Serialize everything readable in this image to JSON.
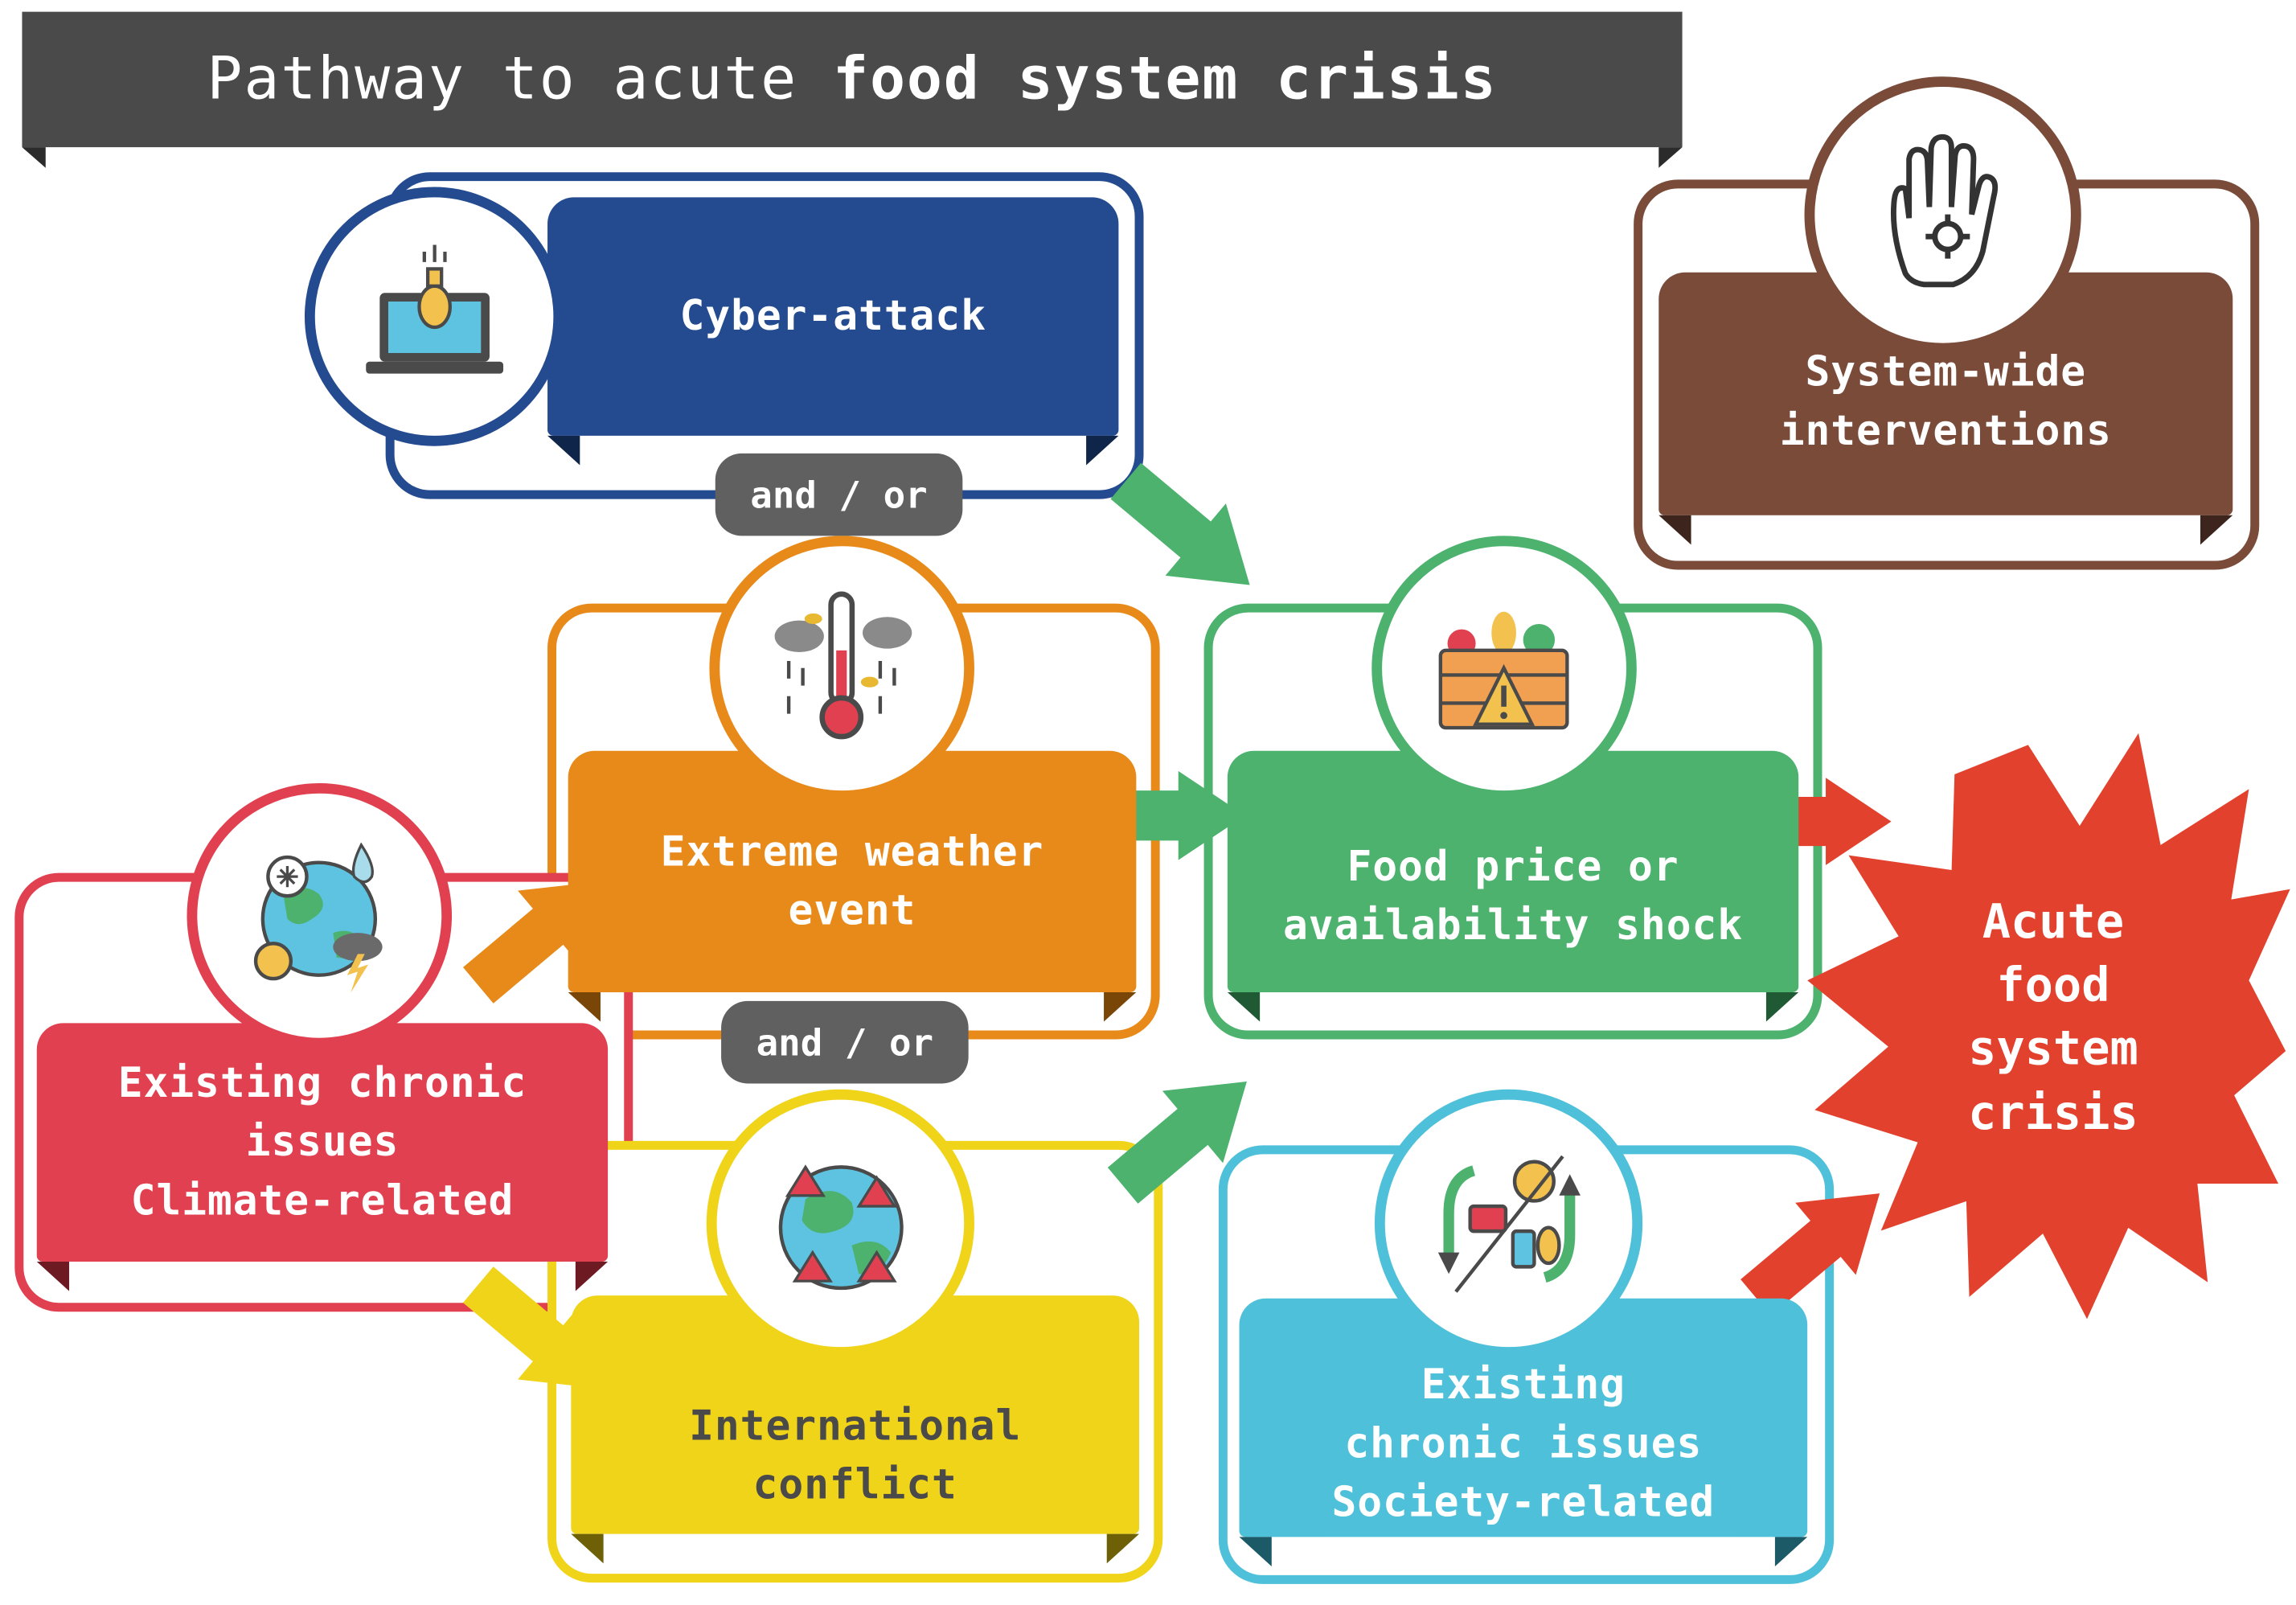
{
  "title": {
    "regular": "Pathway to acute",
    "bold": "food system crisis"
  },
  "nodes": {
    "cyber_attack": {
      "label": "Cyber-attack",
      "color": "#244b8f",
      "icon": "laptop-bomb-icon"
    },
    "extreme_weather": {
      "label": "Extreme weather\nevent",
      "color": "#e88a1a",
      "icon": "thermometer-storm-icon"
    },
    "international_conflict": {
      "label": "International\nconflict",
      "color": "#f0d41a",
      "icon": "globe-warning-icon"
    },
    "chronic_climate": {
      "label": "Existing chronic\nissues\nClimate-related",
      "color": "#e0404f",
      "icon": "globe-weather-icon"
    },
    "food_price_shock": {
      "label": "Food price or\navailability shock",
      "color": "#4cb26e",
      "icon": "food-crate-warning-icon"
    },
    "chronic_society": {
      "label": "Existing\nchronic issues\nSociety-related",
      "color": "#4fc0d9",
      "icon": "money-cycle-icon"
    },
    "system_interventions": {
      "label": "System-wide\ninterventions",
      "color": "#7b4b3a",
      "icon": "hand-gear-icon"
    },
    "acute_crisis": {
      "label": "Acute\nfood\nsystem\ncrisis",
      "color": "#e2412d"
    }
  },
  "connectors": {
    "and_or_top": "and / or",
    "and_or_bottom": "and / or"
  }
}
